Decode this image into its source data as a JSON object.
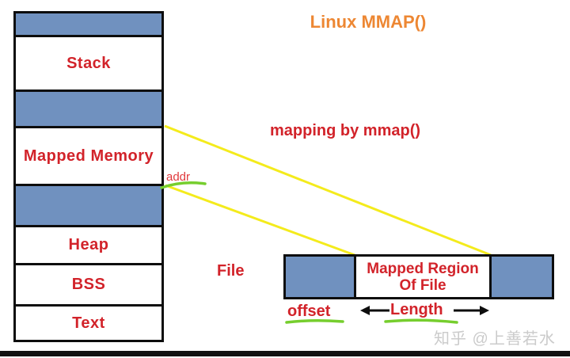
{
  "title": "Linux MMAP()",
  "memory_column": {
    "segments": [
      {
        "label": "",
        "type": "blue"
      },
      {
        "label": "Stack",
        "type": "white"
      },
      {
        "label": "",
        "type": "blue"
      },
      {
        "label": "Mapped Memory",
        "type": "white"
      },
      {
        "label": "",
        "type": "blue"
      },
      {
        "label": "Heap",
        "type": "white"
      },
      {
        "label": "BSS",
        "type": "white"
      },
      {
        "label": "Text",
        "type": "white"
      }
    ]
  },
  "captions": {
    "mapping": "mapping by mmap()",
    "addr": "addr",
    "file": "File",
    "offset": "offset",
    "length": "Length"
  },
  "file_bar": {
    "line1": "Mapped Region",
    "line2": "Of File"
  },
  "watermark": "知乎 @上善若水",
  "colors": {
    "segment_blue": "#7091bf",
    "label_red": "#d2232a",
    "title_orange": "#ed8733",
    "connector_yellow": "#f4eb1c",
    "underline_green": "#76ce2e",
    "watermark_gray": "#cbcbcb",
    "border_black": "#0d0d0d"
  }
}
